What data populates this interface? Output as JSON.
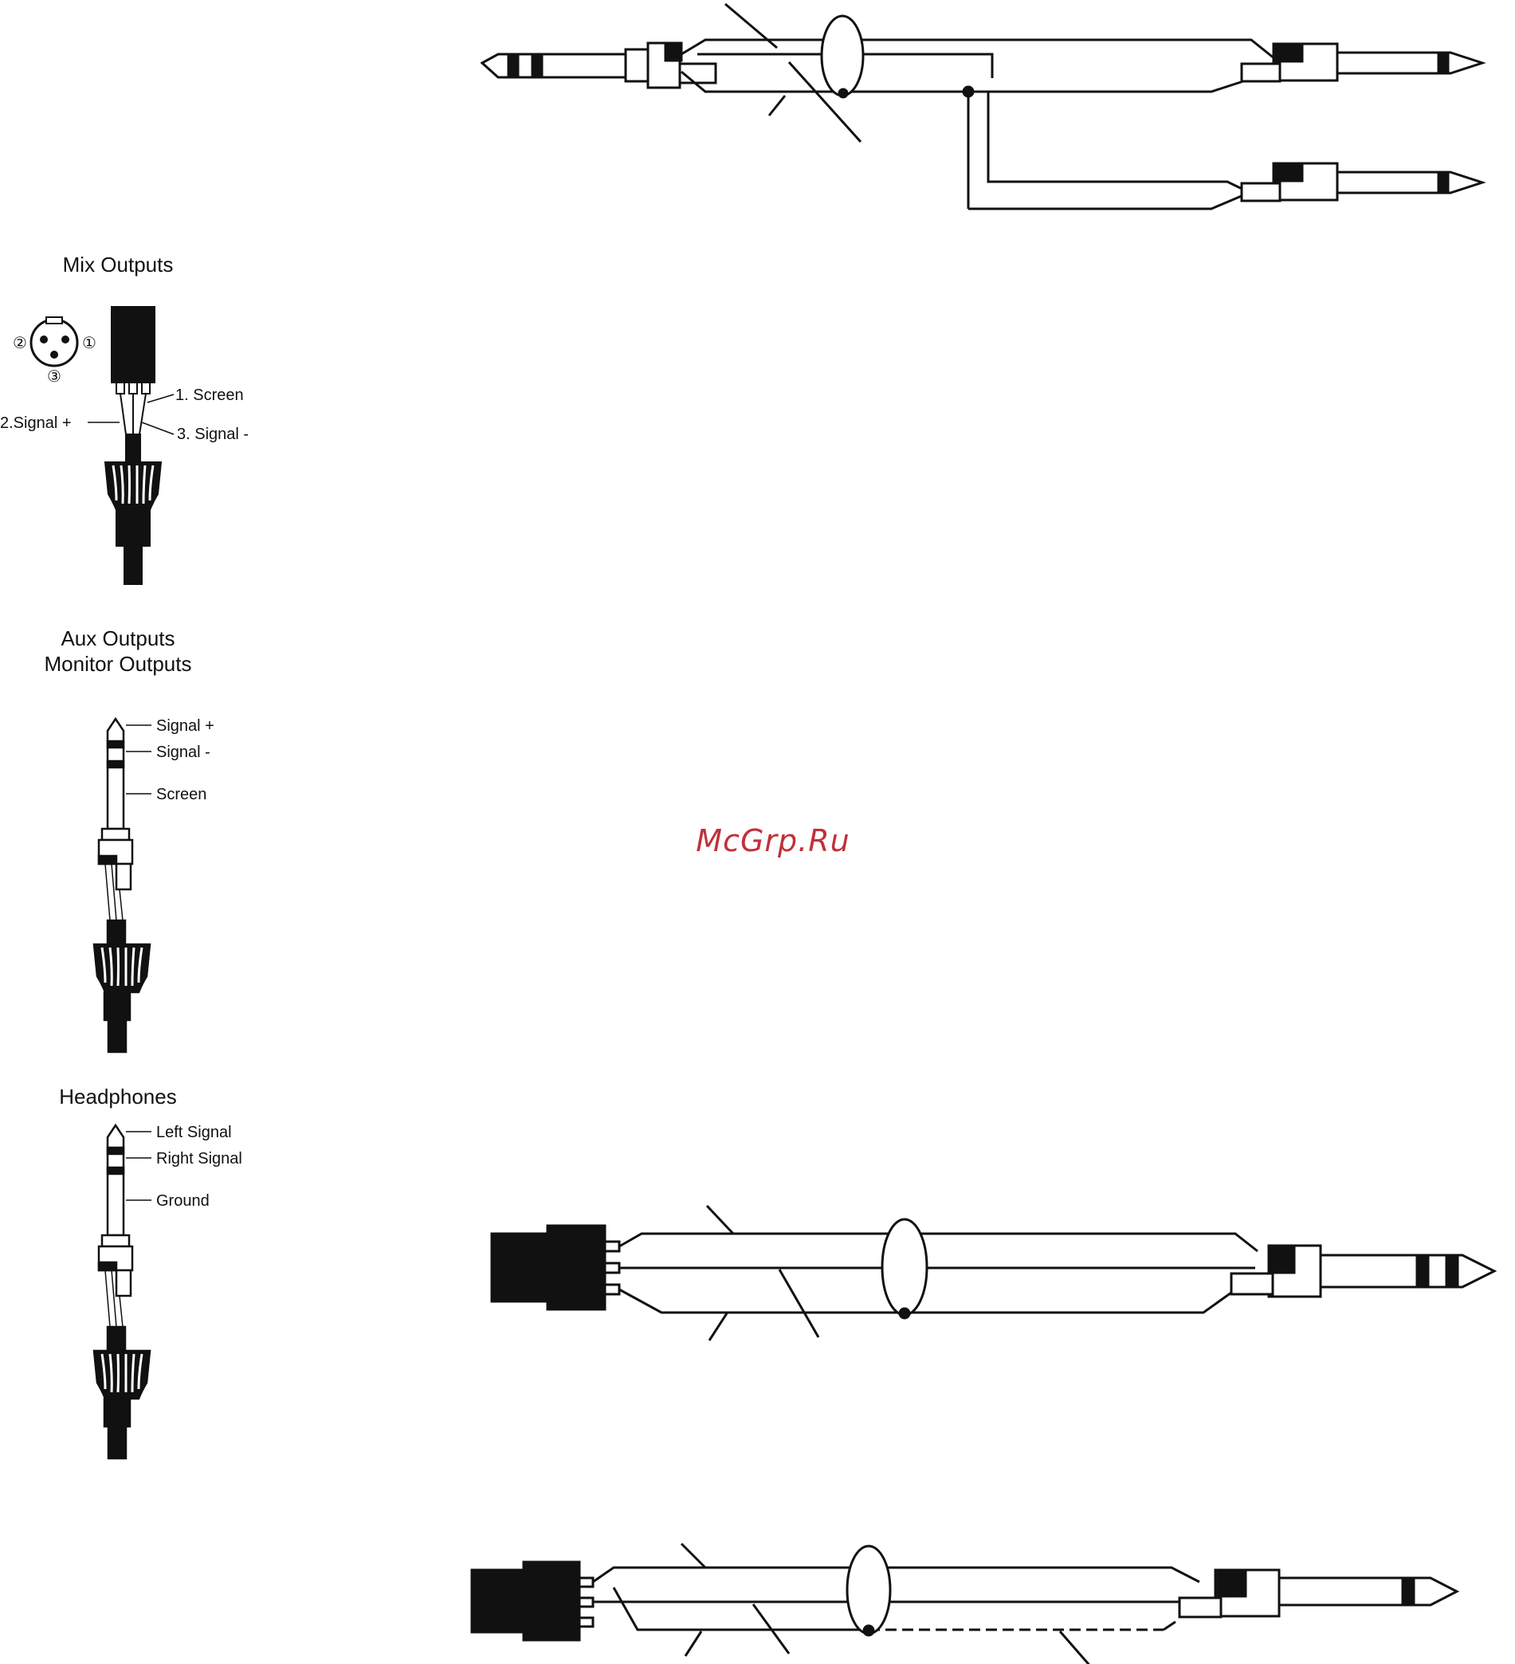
{
  "sections": {
    "mix_outputs": {
      "title": "Mix Outputs",
      "pin_numbers": [
        "②",
        "①",
        "③"
      ],
      "labels": [
        "1. Screen",
        "2.Signal +",
        "3. Signal -"
      ]
    },
    "aux_outputs": {
      "title_line1": "Aux Outputs",
      "title_line2": "Monitor Outputs",
      "labels": [
        "Signal +",
        "Signal -",
        "Screen"
      ]
    },
    "headphones": {
      "title": "Headphones",
      "labels": [
        "Left Signal",
        "Right Signal",
        "Ground"
      ]
    }
  },
  "watermark": "McGrp.Ru",
  "colors": {
    "line": "#111111",
    "watermark": "#c0313a",
    "background": "#ffffff"
  }
}
